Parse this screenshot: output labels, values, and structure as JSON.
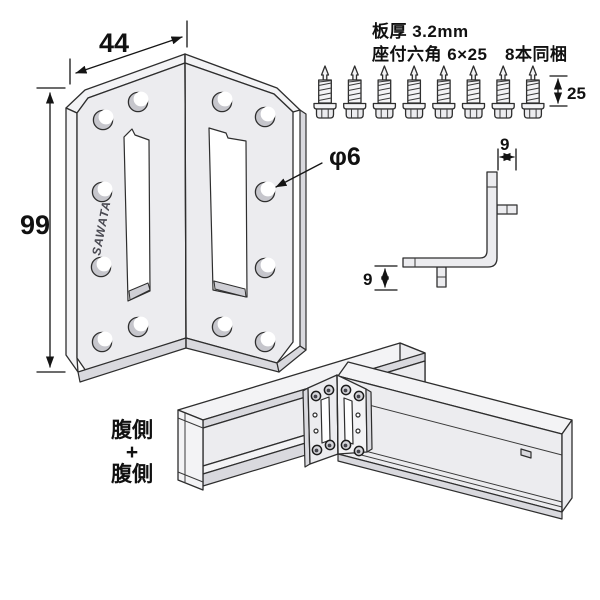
{
  "page": {
    "background": "#ffffff"
  },
  "colors": {
    "line": "#2e2e2e",
    "face_light": "#ececef",
    "face_lighter": "#f3f3f5",
    "face_shadow": "#d9d9de",
    "face_dark": "#cfcfd5",
    "text": "#111111"
  },
  "product_view": {
    "logo": "SAWATA",
    "dim_width": "44",
    "dim_height": "99",
    "hole_label": "φ6"
  },
  "hardware": {
    "spec_line1": "板厚 3.2mm",
    "spec_line2": "座付六角 6×25　8本同梱",
    "screw_count": 8,
    "dim_screw_length": "25"
  },
  "section_view": {
    "dim_top_flange": "9",
    "dim_bottom_flange": "9"
  },
  "assembly_view": {
    "label_top": "腹側",
    "label_mid": "+",
    "label_bottom": "腹側"
  }
}
